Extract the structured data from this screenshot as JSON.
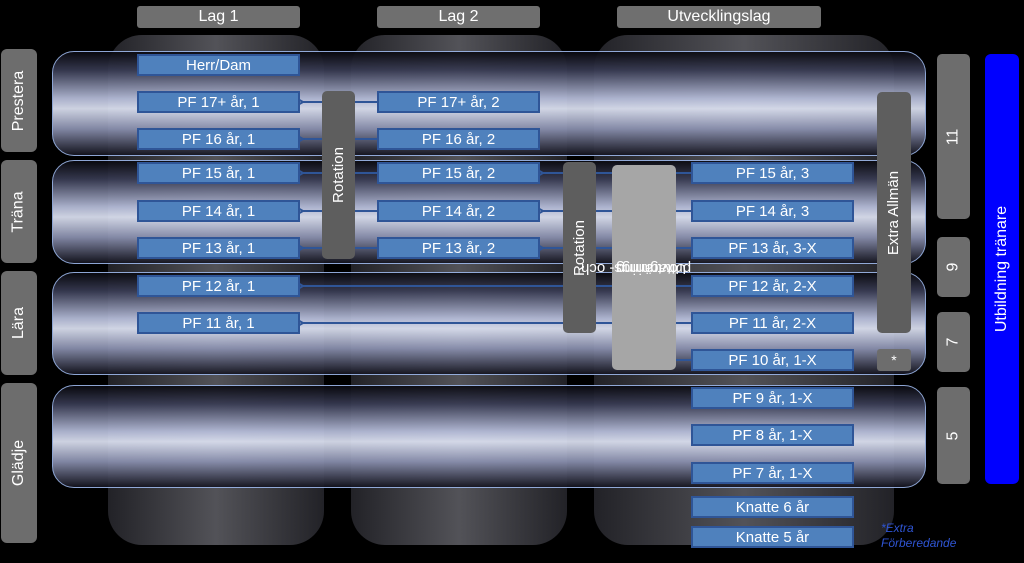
{
  "columns": [
    {
      "id": "lag1",
      "label": "Lag 1"
    },
    {
      "id": "lag2",
      "label": "Lag 2"
    },
    {
      "id": "utv",
      "label": "Utvecklingslag"
    }
  ],
  "rows": [
    {
      "id": "prestera",
      "label": "Prestera"
    },
    {
      "id": "trana",
      "label": "Träna"
    },
    {
      "id": "lara",
      "label": "Lära"
    },
    {
      "id": "gladje",
      "label": "Glädje"
    }
  ],
  "lag1": {
    "herrdam": "Herr/Dam",
    "pf17": "PF 17+ år, 1",
    "pf16": "PF 16 år, 1",
    "pf15": "PF 15 år, 1",
    "pf14": "PF 14 år, 1",
    "pf13": "PF 13 år, 1",
    "pf12": "PF 12 år, 1",
    "pf11": "PF 11 år, 1"
  },
  "lag2": {
    "pf17": "PF 17+ år, 2",
    "pf16": "PF 16 år, 2",
    "pf15": "PF 15 år, 2",
    "pf14": "PF 14 år, 2",
    "pf13": "PF 13 år, 2"
  },
  "utv": {
    "pf15": "PF 15 år, 3",
    "pf14": "PF 14 år, 3",
    "pf13": "PF 13 år, 3-X",
    "pf12": "PF 12 år, 2-X",
    "pf11": "PF 11 år, 2-X",
    "pf10": "PF 10 år, 1-X",
    "pf9": "PF 9 år, 1-X",
    "pf8": "PF 8 år, 1-X",
    "pf7": "PF 7 år, 1-X",
    "knatte6": "Knatte 6 år",
    "knatte5": "Knatte 5 år"
  },
  "bars": {
    "rotation1": "Rotation",
    "rotation2": "Rotation",
    "uttagning_line1": "Uttagnings- och",
    "uttagning_line2": "provträning",
    "extra_allman": "Extra Allmän",
    "star": "*"
  },
  "numbers": {
    "n11": "11",
    "n9": "9",
    "n7": "7",
    "n5": "5"
  },
  "side": {
    "utbildning": "Utbildning tränare"
  },
  "footnote": {
    "line1": "*Extra",
    "line2": "Förberedande"
  }
}
